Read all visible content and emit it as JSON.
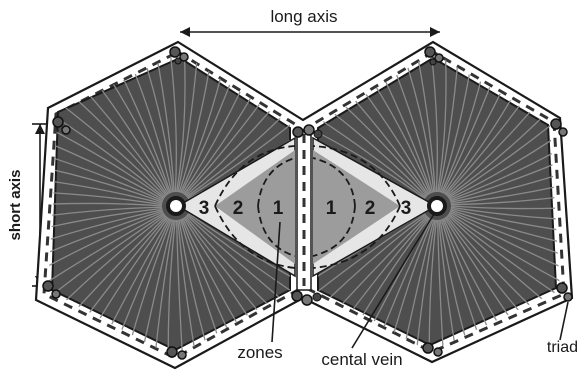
{
  "labels": {
    "long_axis": "long axis",
    "short_axis": "short axis",
    "zones": "zones",
    "central_vein": "cental vein",
    "triad": "triad"
  },
  "zone_numbers": {
    "left": [
      "3",
      "2",
      "1"
    ],
    "right": [
      "1",
      "2",
      "3"
    ]
  },
  "colors": {
    "outline": "#1a1a1a",
    "parenchyma": "#4e4e4e",
    "sinusoid": "#8a8a8a",
    "zone_fill": "#9c9c9c",
    "zone_light": "#e6e6e6",
    "septum": "#ffffff"
  }
}
